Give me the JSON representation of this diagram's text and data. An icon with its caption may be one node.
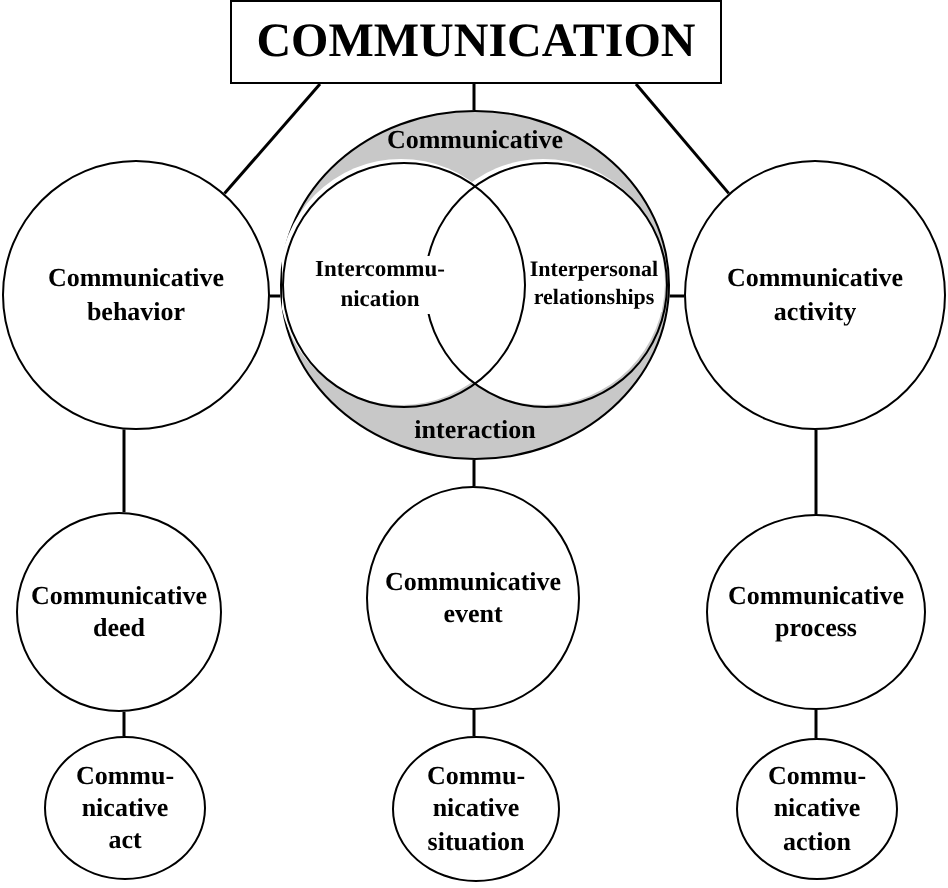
{
  "diagram": {
    "nodes": [
      {
        "text": [
          "COMMUNICATION"
        ]
      },
      {
        "text": [
          "Communicative behavior"
        ]
      },
      {
        "text": [
          "Communicative",
          "interaction"
        ]
      },
      {
        "text": [
          "Intercommu- nication"
        ],
        "in": 2
      },
      {
        "text": [
          "Interpersonal relationships"
        ],
        "in": 2
      },
      {
        "text": [
          "Communicative activity"
        ]
      },
      {
        "text": [
          "Communicative deed"
        ]
      },
      {
        "text": [
          "Communicative event"
        ]
      },
      {
        "text": [
          "Communicative process"
        ]
      },
      {
        "text": [
          "Commu- nicative act"
        ]
      },
      {
        "text": [
          "Commu- nicative situation"
        ]
      },
      {
        "text": [
          "Commu- nicative action"
        ]
      }
    ],
    "edges": [
      {
        "from": 0,
        "to": 1,
        "arrow": "none"
      },
      {
        "from": 0,
        "to": 2,
        "arrow": "none"
      },
      {
        "from": 0,
        "to": 5,
        "arrow": "none"
      },
      {
        "from": 1,
        "to": 2,
        "arrow": "none"
      },
      {
        "from": 2,
        "to": 5,
        "arrow": "none"
      },
      {
        "from": 1,
        "to": 6,
        "arrow": "none"
      },
      {
        "from": 2,
        "to": 7,
        "arrow": "none"
      },
      {
        "from": 5,
        "to": 8,
        "arrow": "none"
      },
      {
        "from": 6,
        "to": 9,
        "arrow": "none"
      },
      {
        "from": 7,
        "to": 10,
        "arrow": "none"
      },
      {
        "from": 8,
        "to": 11,
        "arrow": "none"
      }
    ]
  }
}
